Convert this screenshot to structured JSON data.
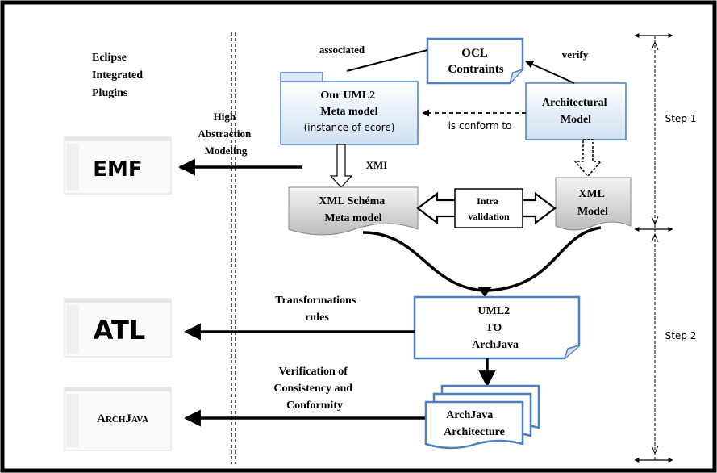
{
  "plugins_heading": [
    "Eclipse",
    "Integrated",
    "Plugins"
  ],
  "plugins": {
    "emf": "EMF",
    "atl": "ATL",
    "archjava": "ArchJava"
  },
  "nodes": {
    "ocl": [
      "OCL",
      "Contraints"
    ],
    "uml2_meta": [
      "Our UML2",
      "Meta model"
    ],
    "uml2_meta_sub": "(instance of ecore)",
    "architectural_model": [
      "Architectural",
      "Model"
    ],
    "xml_schema": [
      "XML Schéma",
      "Meta model"
    ],
    "xml_model": [
      "XML",
      "Model"
    ],
    "uml2_to_archjava": [
      "UML2",
      "TO",
      "ArchJava"
    ],
    "archjava_architecture": [
      "ArchJava",
      "Architecture"
    ],
    "intra_validation": [
      "Intra",
      "validation"
    ]
  },
  "edge_labels": {
    "associated": "associated",
    "verify": "verify",
    "is_conform_to": "is conform to",
    "xmi": "XMI",
    "high_abstraction": [
      "High",
      "Abstraction",
      "Modeling"
    ],
    "transformations": [
      "Transformations",
      "rules"
    ],
    "verification": [
      "Verification of",
      "Consistency and",
      "Conformity"
    ]
  },
  "steps": {
    "step1": "Step 1",
    "step2": "Step 2"
  },
  "colors": {
    "box_border": "#4a7fc1",
    "box_fill_top": "#ffffff",
    "box_fill_bottom": "#cfe0f2",
    "doc_fill": "#d9d9d9",
    "text": "#000000"
  }
}
